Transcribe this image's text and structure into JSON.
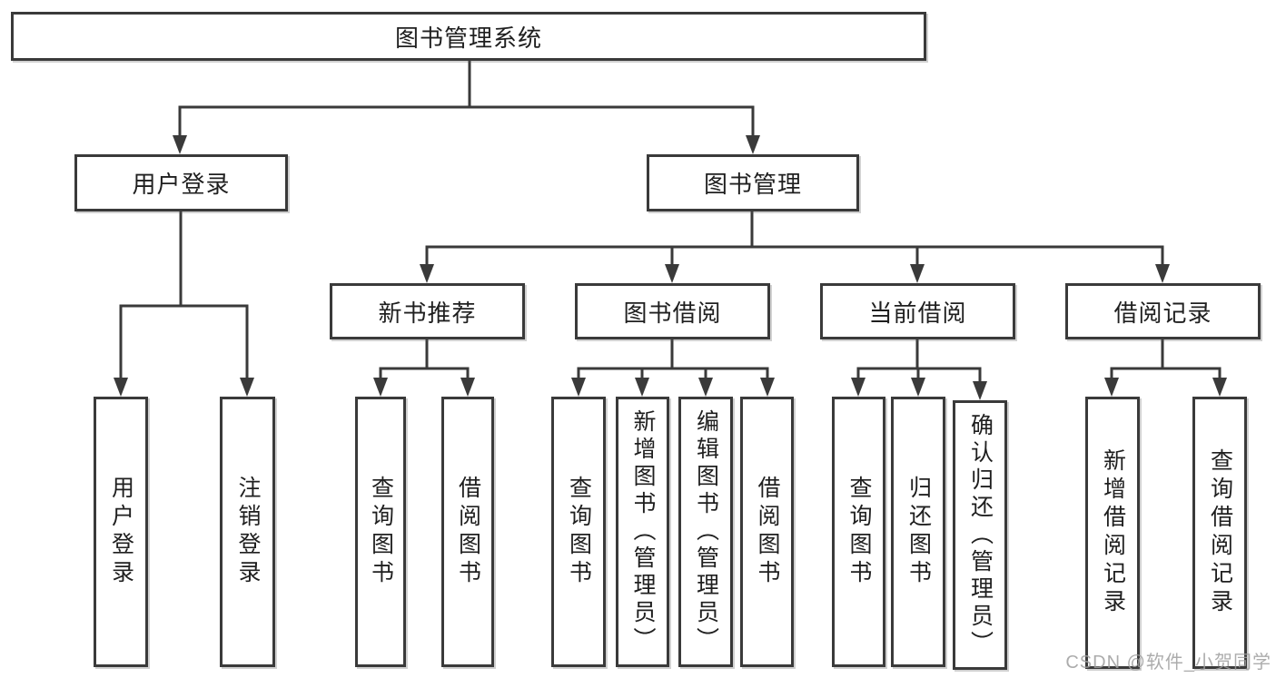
{
  "tree": {
    "root": {
      "label": "图书管理系统",
      "children": [
        {
          "label": "用户登录",
          "children": [
            {
              "label": "用户登录"
            },
            {
              "label": "注销登录"
            }
          ]
        },
        {
          "label": "图书管理",
          "children": [
            {
              "label": "新书推荐",
              "children": [
                {
                  "label": "查询图书"
                },
                {
                  "label": "借阅图书"
                }
              ]
            },
            {
              "label": "图书借阅",
              "children": [
                {
                  "label": "查询图书"
                },
                {
                  "label": "新增图书（管理员）"
                },
                {
                  "label": "编辑图书（管理员）"
                },
                {
                  "label": "借阅图书"
                }
              ]
            },
            {
              "label": "当前借阅",
              "children": [
                {
                  "label": "查询图书"
                },
                {
                  "label": "归还图书"
                },
                {
                  "label": "确认归还（管理员）"
                }
              ]
            },
            {
              "label": "借阅记录",
              "children": [
                {
                  "label": "新增借阅记录"
                },
                {
                  "label": "查询借阅记录"
                }
              ]
            }
          ]
        }
      ]
    }
  },
  "watermark": {
    "text": "CSDN @软件_小贺同学"
  },
  "colors": {
    "line": "#3a3a3a",
    "text": "#1f1f1f",
    "background": "#ffffff",
    "watermark": "#9e9e9e"
  }
}
